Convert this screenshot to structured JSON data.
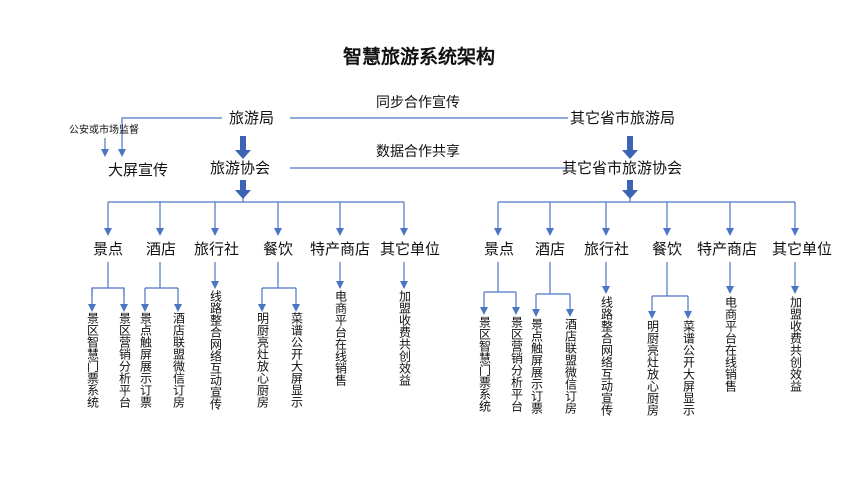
{
  "title": "智慧旅游系统架构",
  "left_top": {
    "bureau": "旅游局",
    "association": "旅游协会",
    "screen": "大屏宣传",
    "police": "公安或市场监督"
  },
  "right_top": {
    "bureau": "其它省市旅游局",
    "association": "其它省市旅游协会"
  },
  "links": {
    "sync": "同步合作宣传",
    "data": "数据合作共享"
  },
  "left_cats": [
    "景点",
    "酒店",
    "旅行社",
    "餐饮",
    "特产商店",
    "其它单位"
  ],
  "right_cats": [
    "景点",
    "酒店",
    "旅行社",
    "餐饮",
    "特产商店",
    "其它单位"
  ],
  "left_subs": [
    "景区智慧门票系统",
    "景区营销分析平台",
    "景点触屏展示订票",
    "酒店联盟微信订房",
    "线路整合网络互动宣传",
    "明厨亮灶放心厨房",
    "菜谱公开大屏显示",
    "电商平台在线销售",
    "加盟收费共创效益"
  ],
  "right_subs": [
    "景区智慧门票系统",
    "景区营销分析平台",
    "景点触屏展示订票",
    "酒店联盟微信订房",
    "线路整合网络互动宣传",
    "明厨亮灶放心厨房",
    "菜谱公开大屏显示",
    "电商平台在线销售",
    "加盟收费共创效益"
  ],
  "colors": {
    "line": "#4a76c4",
    "arrow": "#3d63b5",
    "text": "#111111"
  }
}
